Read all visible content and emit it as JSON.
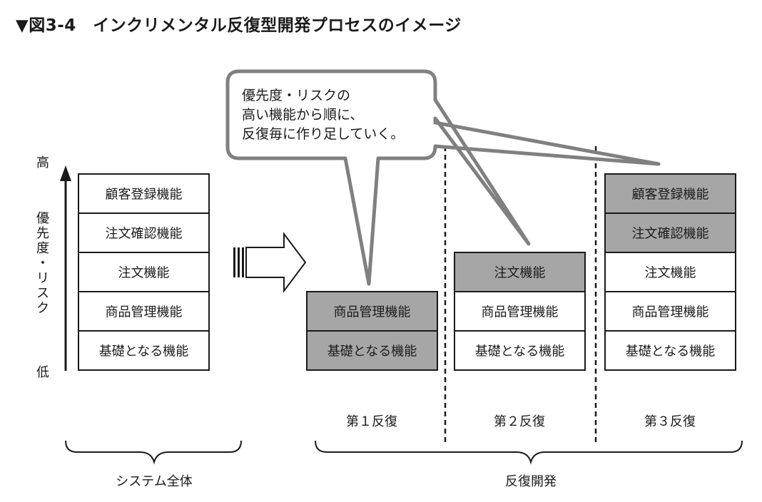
{
  "title": "▼図3-4　インクリメンタル反復型開発プロセスのイメージ",
  "colors": {
    "highlight": "#a6a6a6",
    "stroke": "#1a1a1a",
    "bubble_stroke": "#808080",
    "background": "#ffffff"
  },
  "axis": {
    "high": "高",
    "low": "低",
    "label_chars": [
      "優",
      "先",
      "度",
      "・",
      "リ",
      "ス",
      "ク"
    ]
  },
  "whole_system": {
    "items": [
      "顧客登録機能",
      "注文確認機能",
      "注文機能",
      "商品管理機能",
      "基礎となる機能"
    ],
    "caption": "システム全体"
  },
  "iterations": [
    {
      "label": "第１反復",
      "items": [
        "商品管理機能",
        "基礎となる機能"
      ],
      "highlighted": [
        true,
        true
      ]
    },
    {
      "label": "第２反復",
      "items": [
        "注文機能",
        "商品管理機能",
        "基礎となる機能"
      ],
      "highlighted": [
        true,
        false,
        false
      ]
    },
    {
      "label": "第３反復",
      "items": [
        "顧客登録機能",
        "注文確認機能",
        "注文機能",
        "商品管理機能",
        "基礎となる機能"
      ],
      "highlighted": [
        true,
        true,
        false,
        false,
        false
      ]
    }
  ],
  "bubble": {
    "lines": [
      "優先度・リスクの",
      "高い機能から順に、",
      "反復毎に作り足していく。"
    ]
  },
  "iterative_caption": "反復開発"
}
